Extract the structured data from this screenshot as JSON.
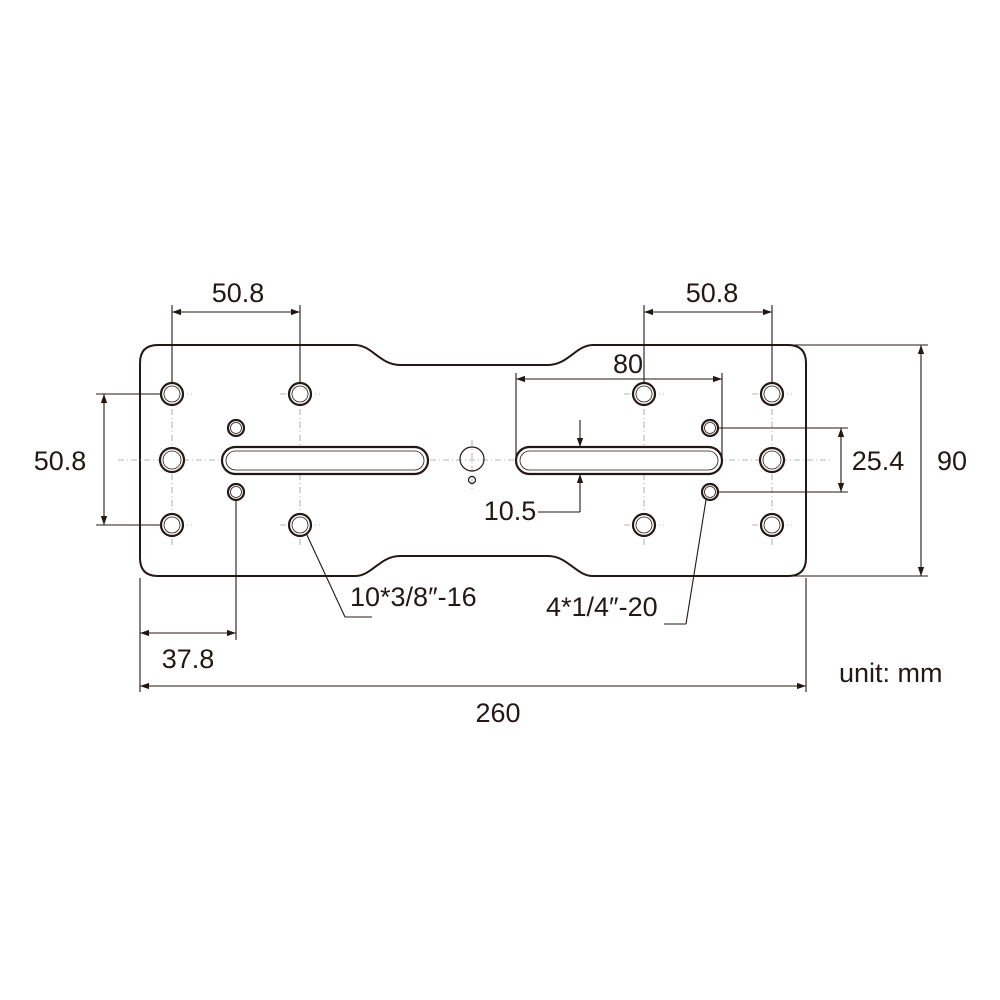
{
  "dimensions": {
    "top_left_spacing": "50.8",
    "top_right_spacing": "50.8",
    "slot_spacing": "80",
    "left_vertical_spacing": "50.8",
    "small_hole_spacing": "25.4",
    "overall_height": "90",
    "slot_width": "10.5",
    "edge_to_small_hole": "37.8",
    "overall_length": "260"
  },
  "callouts": {
    "large_holes": "10*3/8″-16",
    "small_holes": "4*1/4″-20"
  },
  "unit_label": "unit: mm",
  "colors": {
    "line": "#231815",
    "center_line": "#9a9a9a",
    "background": "#ffffff"
  }
}
